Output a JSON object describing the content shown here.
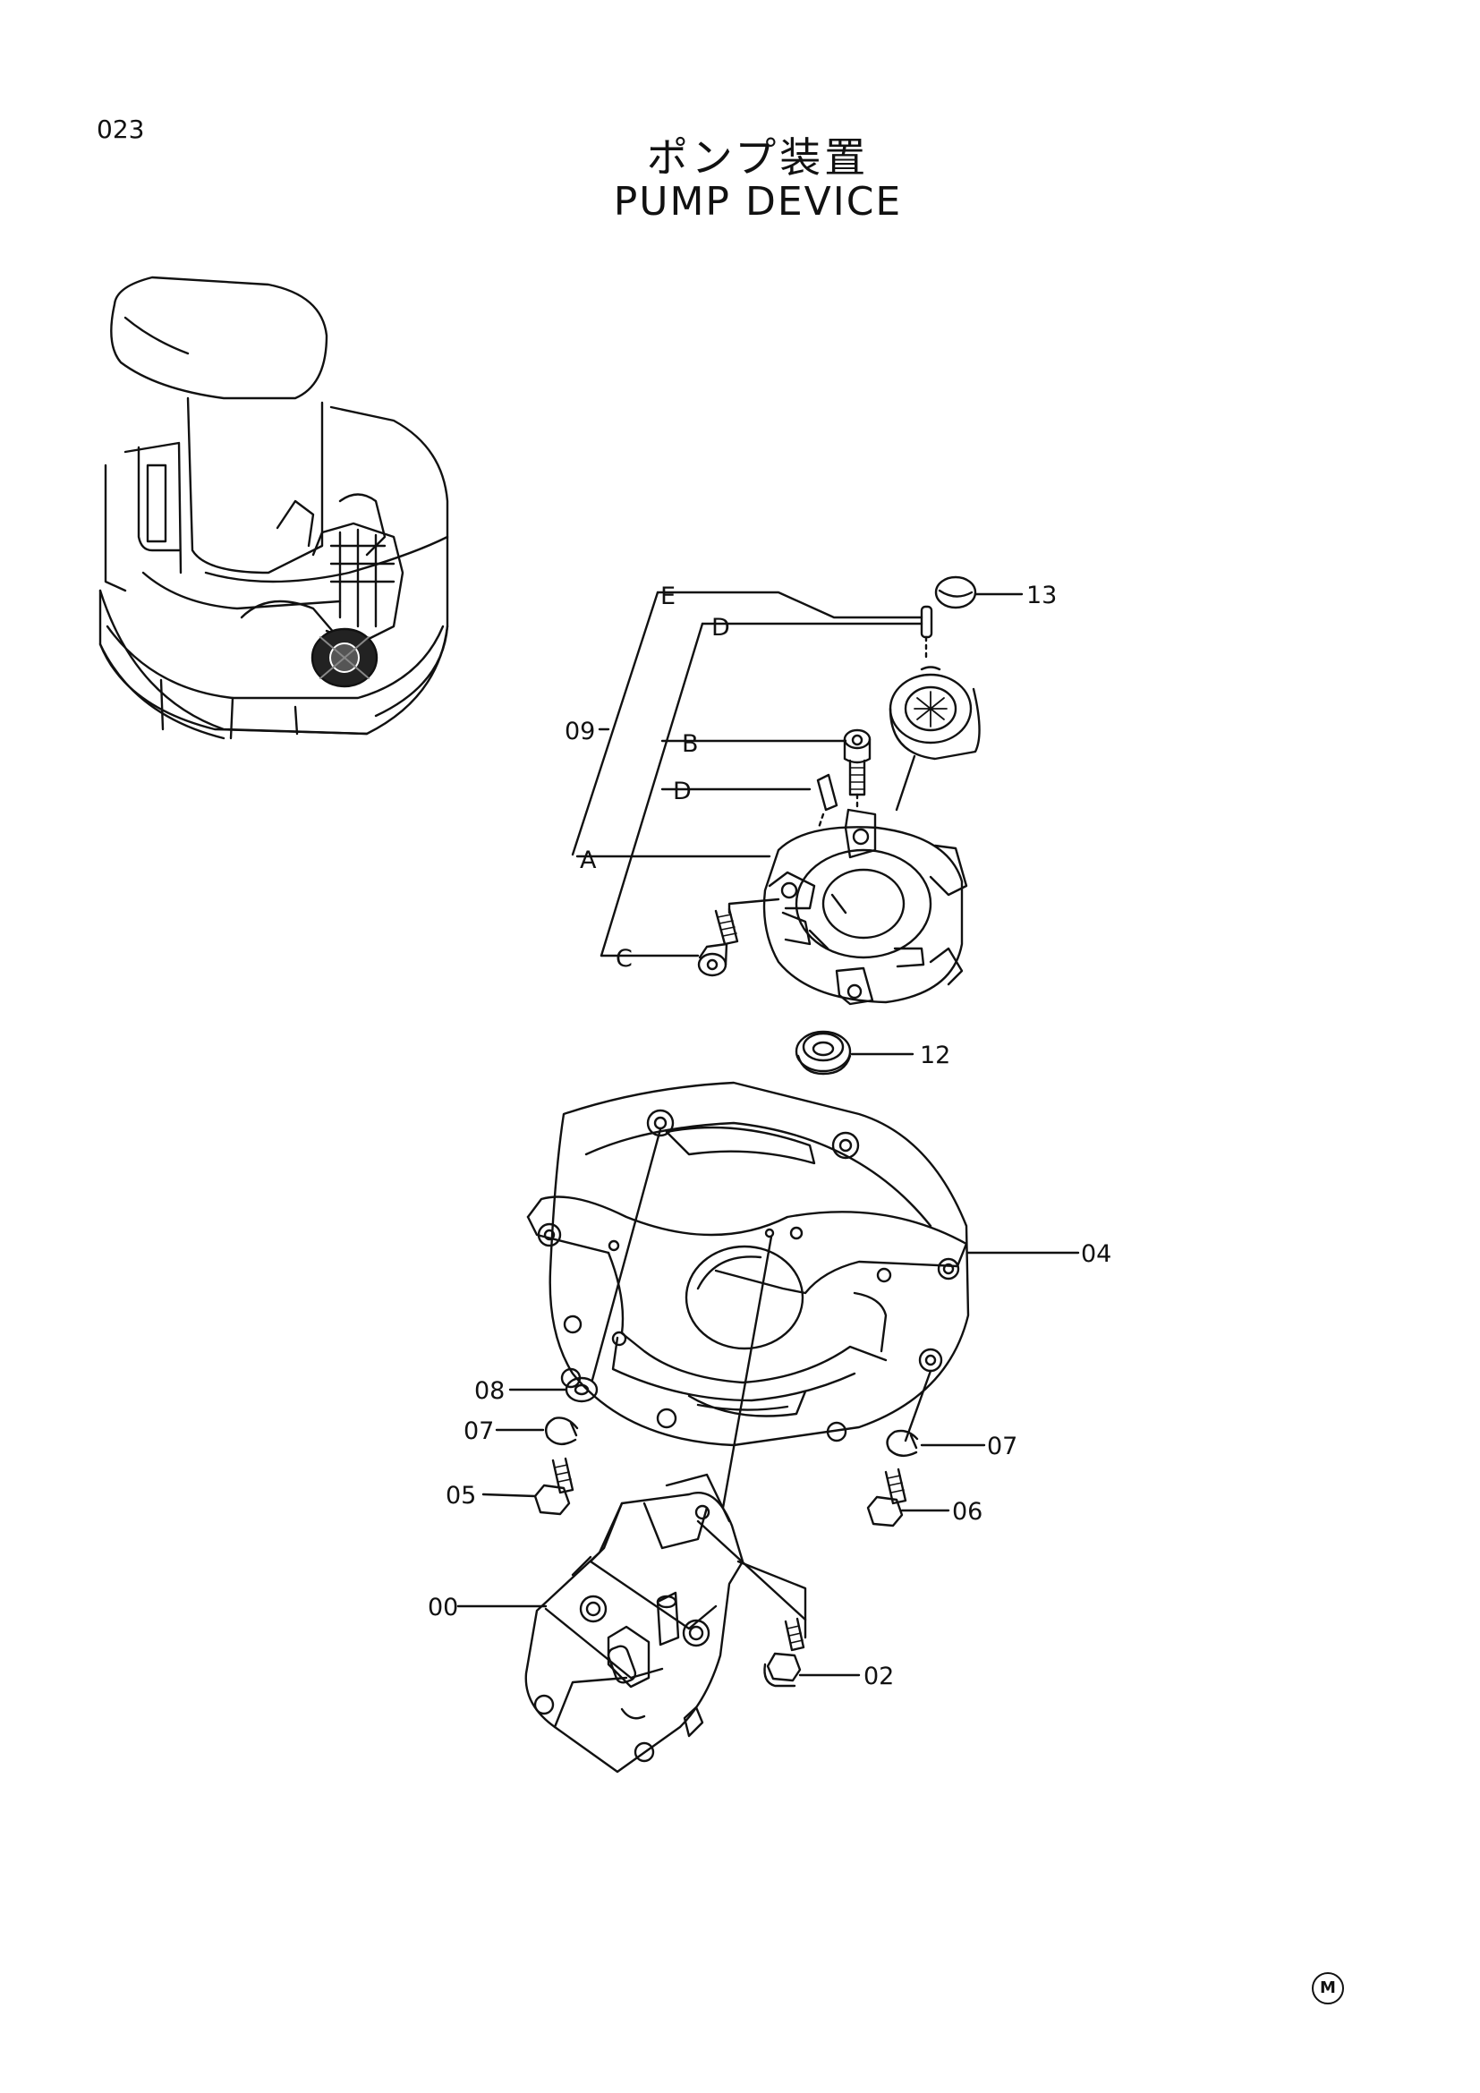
{
  "page": {
    "number": "023"
  },
  "title": {
    "japanese": "ポンプ装置",
    "english": "PUMP  DEVICE"
  },
  "parts": [
    {
      "id": "13"
    },
    {
      "id": "09"
    },
    {
      "id": "12"
    },
    {
      "id": "04"
    },
    {
      "id": "08"
    },
    {
      "id": "07a",
      "label": "07"
    },
    {
      "id": "07b",
      "label": "07"
    },
    {
      "id": "05"
    },
    {
      "id": "06"
    },
    {
      "id": "00"
    },
    {
      "id": "02"
    }
  ],
  "callouts": {
    "A": "A",
    "B": "B",
    "C": "C",
    "D1": "D",
    "D2": "D",
    "E": "E"
  },
  "labels": {
    "p13": "13",
    "p09": "09",
    "p12": "12",
    "p04": "04",
    "p08": "08",
    "p07a": "07",
    "p07b": "07",
    "p05": "05",
    "p06": "06",
    "p00": "00",
    "p02": "02"
  },
  "footer": {
    "mark": "M"
  }
}
